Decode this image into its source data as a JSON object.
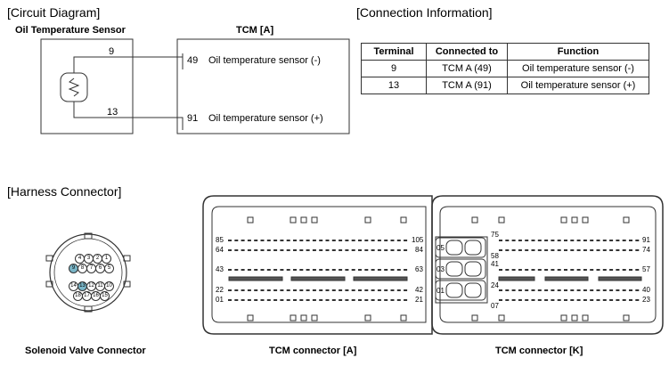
{
  "circuit": {
    "section_title": "[Circuit Diagram]",
    "sensor_label": "Oil Temperature Sensor",
    "tcm_label": "TCM [A]",
    "sensor_pin_top": "9",
    "sensor_pin_bottom": "13",
    "tcm_pin_top": "49",
    "tcm_pin_top_label": "Oil temperature sensor (-)",
    "tcm_pin_bottom": "91",
    "tcm_pin_bottom_label": "Oil temperature sensor (+)"
  },
  "connection": {
    "section_title": "[Connection Information]",
    "headers": [
      "Terminal",
      "Connected to",
      "Function"
    ],
    "rows": [
      [
        "9",
        "TCM A (49)",
        "Oil temperature sensor (-)"
      ],
      [
        "13",
        "TCM A (91)",
        "Oil temperature sensor (+)"
      ]
    ]
  },
  "harness": {
    "section_title": "[Harness Connector]",
    "solenoid_caption": "Solenoid Valve Connector",
    "tcm_a_caption": "TCM connector [A]",
    "tcm_k_caption": "TCM connector [K]",
    "solenoid_pins_row1": [
      "4",
      "3",
      "2",
      "1"
    ],
    "solenoid_pins_row2": [
      "9",
      "8",
      "7",
      "6",
      "5"
    ],
    "solenoid_pins_row3": [
      "14",
      "13",
      "12",
      "11",
      "10"
    ],
    "solenoid_pins_row4": [
      "18",
      "17",
      "16",
      "15"
    ],
    "tcm_a_pins": {
      "left_top": "85",
      "left_r2": "64",
      "left_mid": "43",
      "left_r4": "22",
      "left_bottom": "01",
      "right_top": "105",
      "right_r2": "84",
      "right_mid": "63",
      "right_r4": "42",
      "right_bottom": "21"
    },
    "tcm_k_pins": {
      "top": "75",
      "p58": "58",
      "p41": "41",
      "p24": "24",
      "bottom": "07",
      "right_top": "91",
      "right_r2": "74",
      "right_mid": "57",
      "right_r4": "40",
      "right_bottom": "23",
      "box1": "05",
      "box2": "03",
      "box3": "01"
    }
  }
}
